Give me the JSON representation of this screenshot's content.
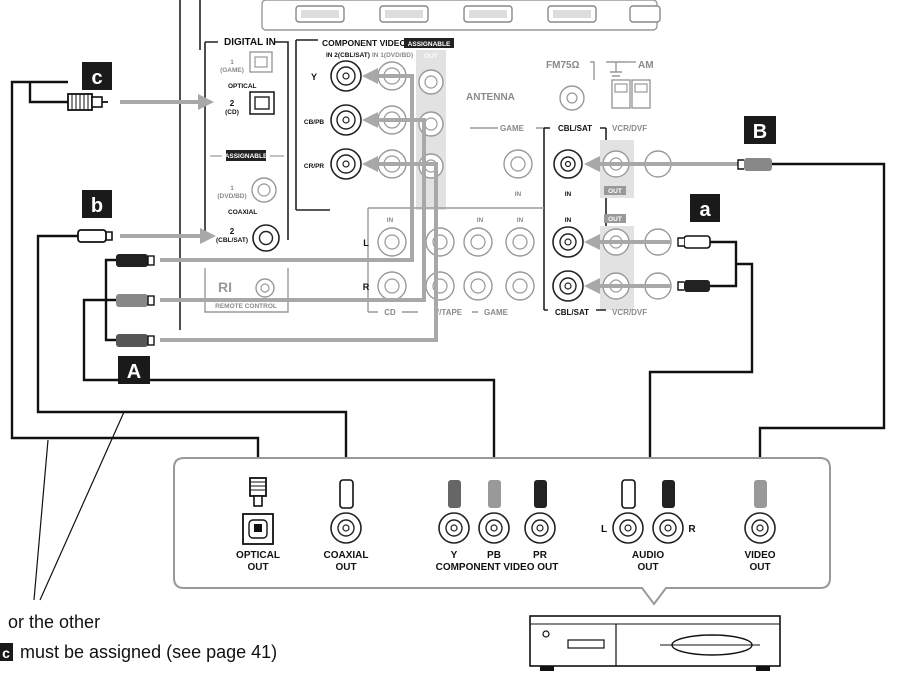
{
  "callouts": {
    "c": "c",
    "b": "b",
    "a": "a",
    "A": "A",
    "B": "B",
    "c_note_box": "c"
  },
  "receiver": {
    "digital_in": "DIGITAL IN",
    "optical": "OPTICAL",
    "optical_1": "1",
    "optical_1_sub": "(GAME)",
    "optical_2": "2",
    "optical_2_sub": "(CD)",
    "assignable": "ASSIGNABLE",
    "coaxial": "COAXIAL",
    "coaxial_1": "1",
    "coaxial_1_sub": "(DVD/BD)",
    "coaxial_2": "2",
    "coaxial_2_sub": "(CBL/SAT)",
    "remote_control": "REMOTE CONTROL",
    "ri": "RI",
    "component_video": "COMPONENT VIDEO",
    "component_assignable": "ASSIGNABLE",
    "comp_in2": "IN 2(CBL/SAT)",
    "comp_in1": "IN 1(DVD/BD)",
    "comp_out": "OUT",
    "y": "Y",
    "cb_pb": "CB/PB",
    "cr_pr": "CR/PR",
    "fm": "FM75Ω",
    "am": "AM",
    "antenna": "ANTENNA",
    "game": "GAME",
    "cbl_sat": "CBL/SAT",
    "vcr_dvr": "VCR/DVF",
    "in": "IN",
    "out": "OUT",
    "l": "L",
    "r": "R",
    "cd": "CD",
    "tv_tape": "V/TAPE"
  },
  "source_device": {
    "optical_out_1": "OPTICAL",
    "optical_out_2": "OUT",
    "coaxial_out_1": "COAXIAL",
    "coaxial_out_2": "OUT",
    "y": "Y",
    "pb": "PB",
    "pr": "PR",
    "component_video_out": "COMPONENT VIDEO OUT",
    "audio_l": "L",
    "audio_r": "R",
    "audio_out_1": "AUDIO",
    "audio_out_2": "OUT",
    "video_out_1": "VIDEO",
    "video_out_2": "OUT"
  },
  "notes": {
    "line1": "or the other",
    "line2": "must be assigned (see page 41)"
  }
}
